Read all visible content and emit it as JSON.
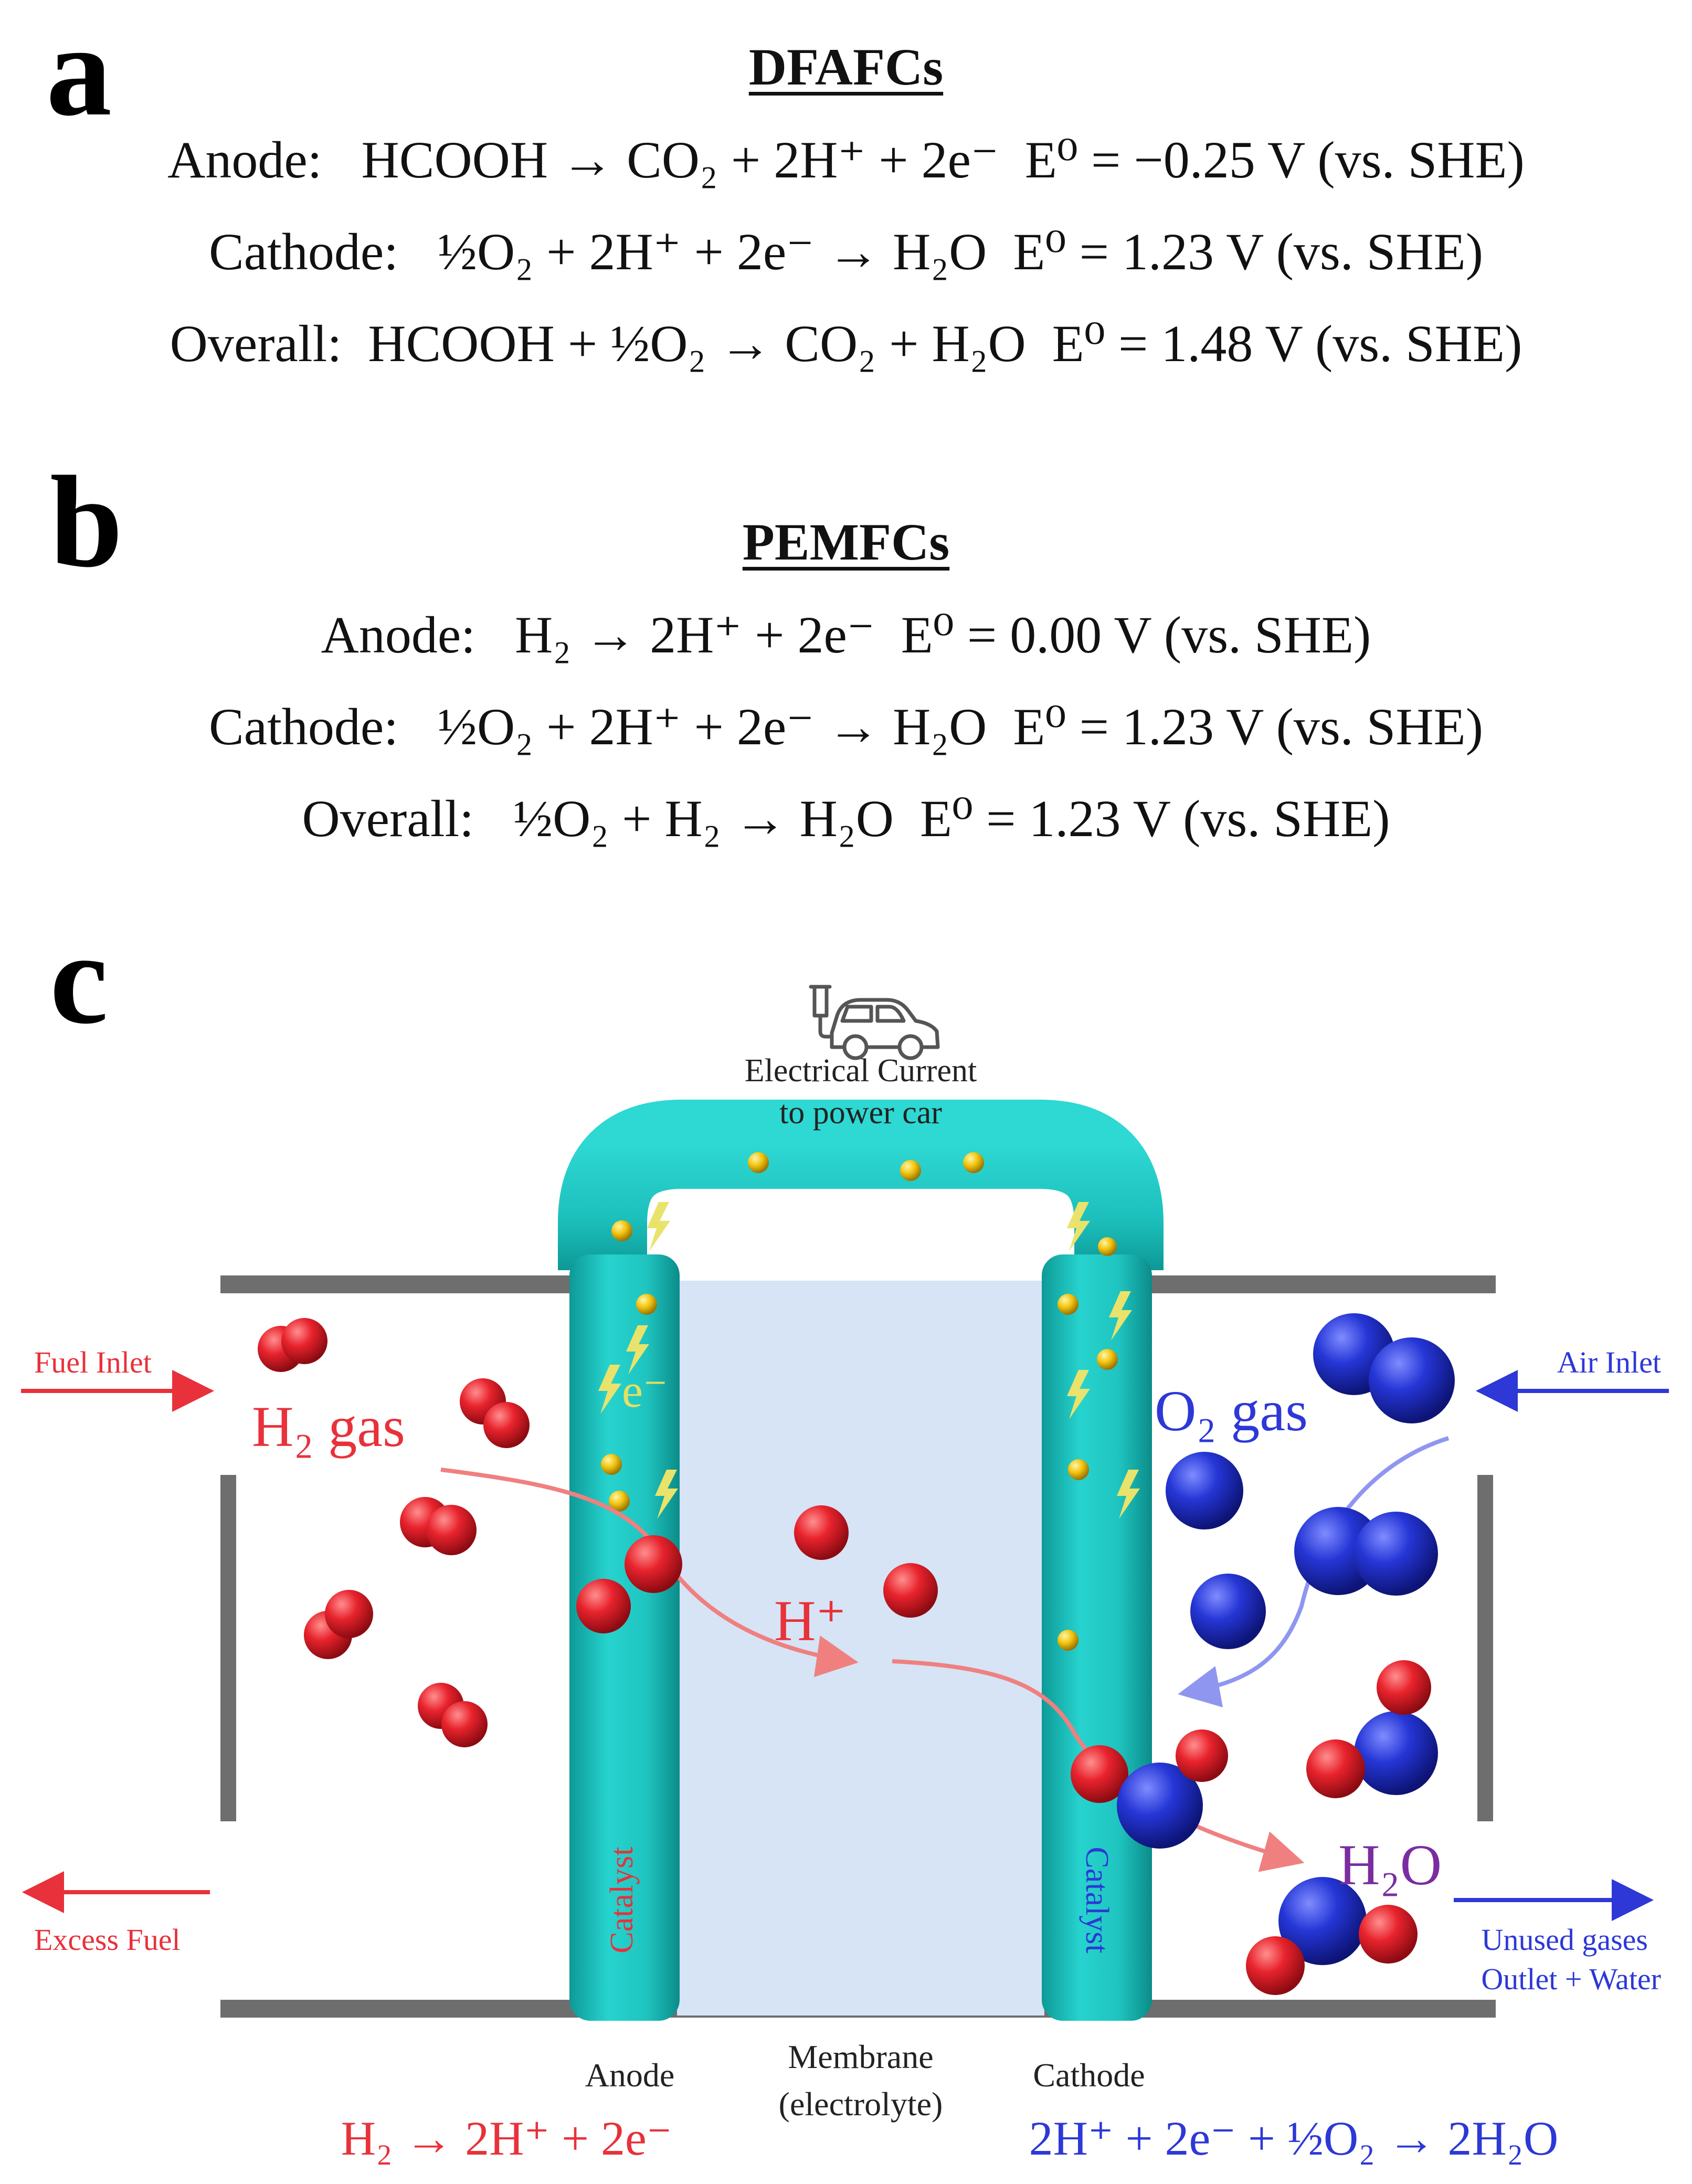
{
  "panels": {
    "a": {
      "letter": "a",
      "title": "DFAFCs",
      "anode": {
        "label": "Anode:",
        "reaction": "HCOOH → CO₂ + 2H⁺ + 2e⁻",
        "potential": "E⁰ = −0.25 V (vs. SHE)"
      },
      "cathode": {
        "label": "Cathode:",
        "reaction": "½O₂ + 2H⁺ + 2e⁻ → H₂O",
        "potential": "E⁰ = 1.23 V (vs. SHE)"
      },
      "overall": {
        "label": "Overall:",
        "reaction": "HCOOH + ½O₂ → CO₂ + H₂O",
        "potential": "E⁰ = 1.48 V (vs. SHE)"
      }
    },
    "b": {
      "letter": "b",
      "title": "PEMFCs",
      "anode": {
        "label": "Anode:",
        "reaction": "H₂ → 2H⁺ + 2e⁻",
        "potential": "E⁰ = 0.00 V (vs. SHE)"
      },
      "cathode": {
        "label": "Cathode:",
        "reaction": "½O₂ + 2H⁺ + 2e⁻ → H₂O",
        "potential": "E⁰ = 1.23 V (vs. SHE)"
      },
      "overall": {
        "label": "Overall:",
        "reaction": "½O₂ + H₂ → H₂O",
        "potential": "E⁰ = 1.23 V (vs. SHE)"
      }
    },
    "c": {
      "letter": "c",
      "car_icon": "electric-car-icon",
      "current_label_1": "Electrical Current",
      "current_label_2": "to power car",
      "fuel_inlet": "Fuel Inlet",
      "excess_fuel": "Excess Fuel",
      "air_inlet": "Air Inlet",
      "unused_1": "Unused gases",
      "unused_2": "Outlet + Water",
      "h2_gas": "H₂ gas",
      "o2_gas": "O₂ gas",
      "electron": "e⁻",
      "proton": "H⁺",
      "water": "H₂O",
      "catalyst": "Catalyst",
      "anode": "Anode",
      "membrane_1": "Membrane",
      "membrane_2": "(electrolyte)",
      "cathode": "Cathode",
      "anode_reaction": "H₂ → 2H⁺ + 2e⁻",
      "cathode_reaction": "2H⁺ + 2e⁻ + ½O₂ → 2H₂O"
    }
  },
  "colors": {
    "red": "#e8313a",
    "blue": "#2d38d6",
    "teal": "#1ec9c4",
    "teal_dark": "#0f9f9d",
    "membrane": "#d6e4f5",
    "frame": "#6e6e6e",
    "purple": "#7a2da0",
    "electron": "#f2c40f"
  }
}
